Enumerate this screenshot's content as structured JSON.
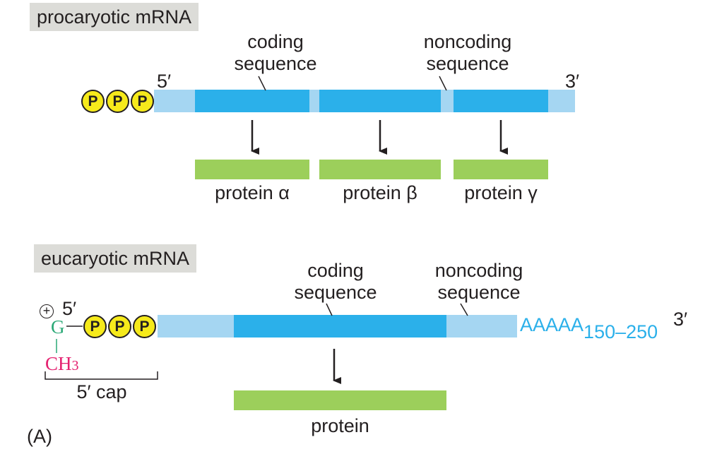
{
  "prokaryote": {
    "title": "procaryotic mRNA",
    "five_prime": "5′",
    "three_prime": "3′",
    "coding_label_1": "coding",
    "coding_label_2": "sequence",
    "noncoding_label_1": "noncoding",
    "noncoding_label_2": "sequence",
    "phosphates": [
      "P",
      "P",
      "P"
    ],
    "proteins": [
      "protein α",
      "protein β",
      "protein γ"
    ]
  },
  "eukaryote": {
    "title": "eucaryotic mRNA",
    "plus": "+",
    "five_prime": "5′",
    "g_label": "G",
    "ch3_label": "CH",
    "ch3_sub": "3",
    "phosphates": [
      "P",
      "P",
      "P"
    ],
    "coding_label_1": "coding",
    "coding_label_2": "sequence",
    "noncoding_label_1": "noncoding",
    "noncoding_label_2": "sequence",
    "polya": "AAAAA",
    "polya_sub": "150–250",
    "three_prime": "3′",
    "cap_label": "5′ cap",
    "protein": "protein"
  },
  "panel_label": "(A)",
  "colors": {
    "utr": "#a5d6f2",
    "coding": "#2bb0ea",
    "protein": "#9ccf5b",
    "phosphate": "#f6ea1b",
    "polya": "#2bb0ea",
    "methyl": "#e4206f",
    "guanine": "#2aa876",
    "title_bg": "#dcdcd8"
  }
}
